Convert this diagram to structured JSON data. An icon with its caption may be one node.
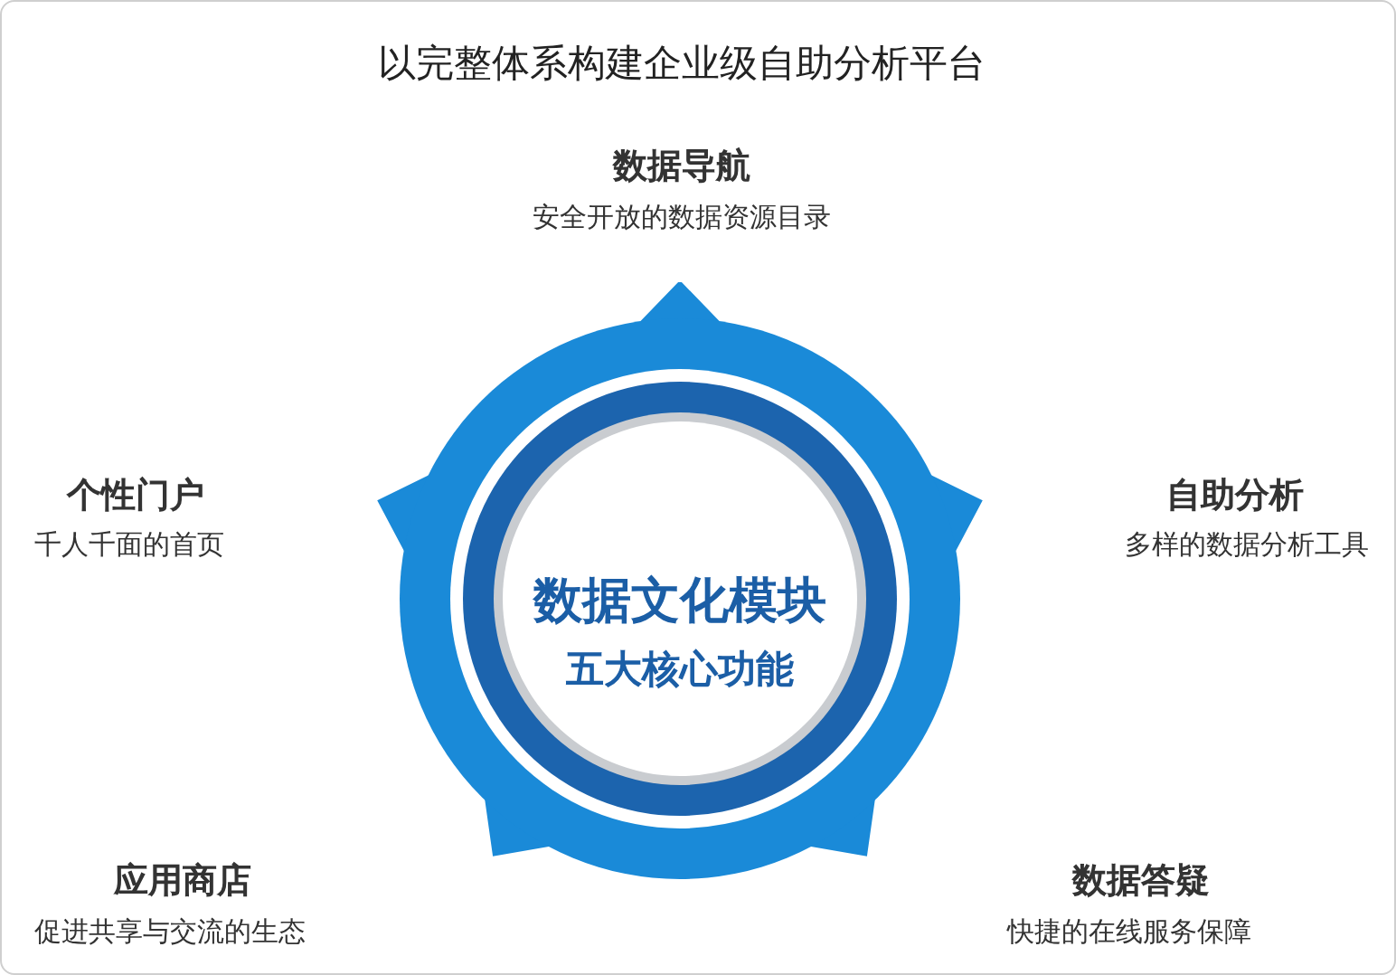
{
  "diagram": {
    "title": "以完整体系构建企业级自助分析平台",
    "nodes": [
      {
        "text": [
          "数据文化模块",
          "五大核心功能"
        ]
      }
    ],
    "labels": [
      "数据导航",
      "安全开放的数据资源目录",
      "个性门户",
      "千人千面的首页",
      "自助分析",
      "多样的数据分析工具",
      "应用商店",
      "促进共享与交流的生态",
      "数据答疑",
      "快捷的在线服务保障"
    ]
  }
}
